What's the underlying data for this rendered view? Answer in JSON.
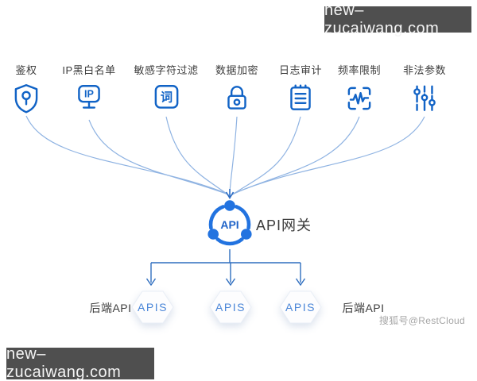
{
  "banners": {
    "top_right": "new–zucaiwang.com",
    "bottom_left": "new–zucaiwang.com"
  },
  "features": [
    {
      "label": "鉴权",
      "icon": "shield-key-icon"
    },
    {
      "label": "IP黑白名单",
      "icon": "ip-monitor-icon"
    },
    {
      "label": "敏感字符过滤",
      "icon": "word-filter-icon",
      "icon_glyph": "词"
    },
    {
      "label": "数据加密",
      "icon": "lock-icon"
    },
    {
      "label": "日志审计",
      "icon": "audit-log-icon"
    },
    {
      "label": "频率限制",
      "icon": "rate-limit-icon"
    },
    {
      "label": "非法参数",
      "icon": "sliders-icon"
    }
  ],
  "gateway": {
    "icon_text": "API",
    "label": "API网关"
  },
  "backends": {
    "left_label": "后端API",
    "right_label": "后端API",
    "nodes": [
      "APIS",
      "APIS",
      "APIS"
    ]
  },
  "watermark": "搜狐号@RestCloud",
  "colors": {
    "icon_blue": "#1163c6",
    "gateway_blue": "#2273e0",
    "curve_blue": "#8fb3e2",
    "arrow_blue": "#2f6ebf",
    "banner_bg": "#4f4f4f",
    "banner_text": "#f5f5f5",
    "label_dark": "#3d3d3d",
    "apis_text": "#4a86d8",
    "watermark_gray": "#a6a6a6"
  }
}
